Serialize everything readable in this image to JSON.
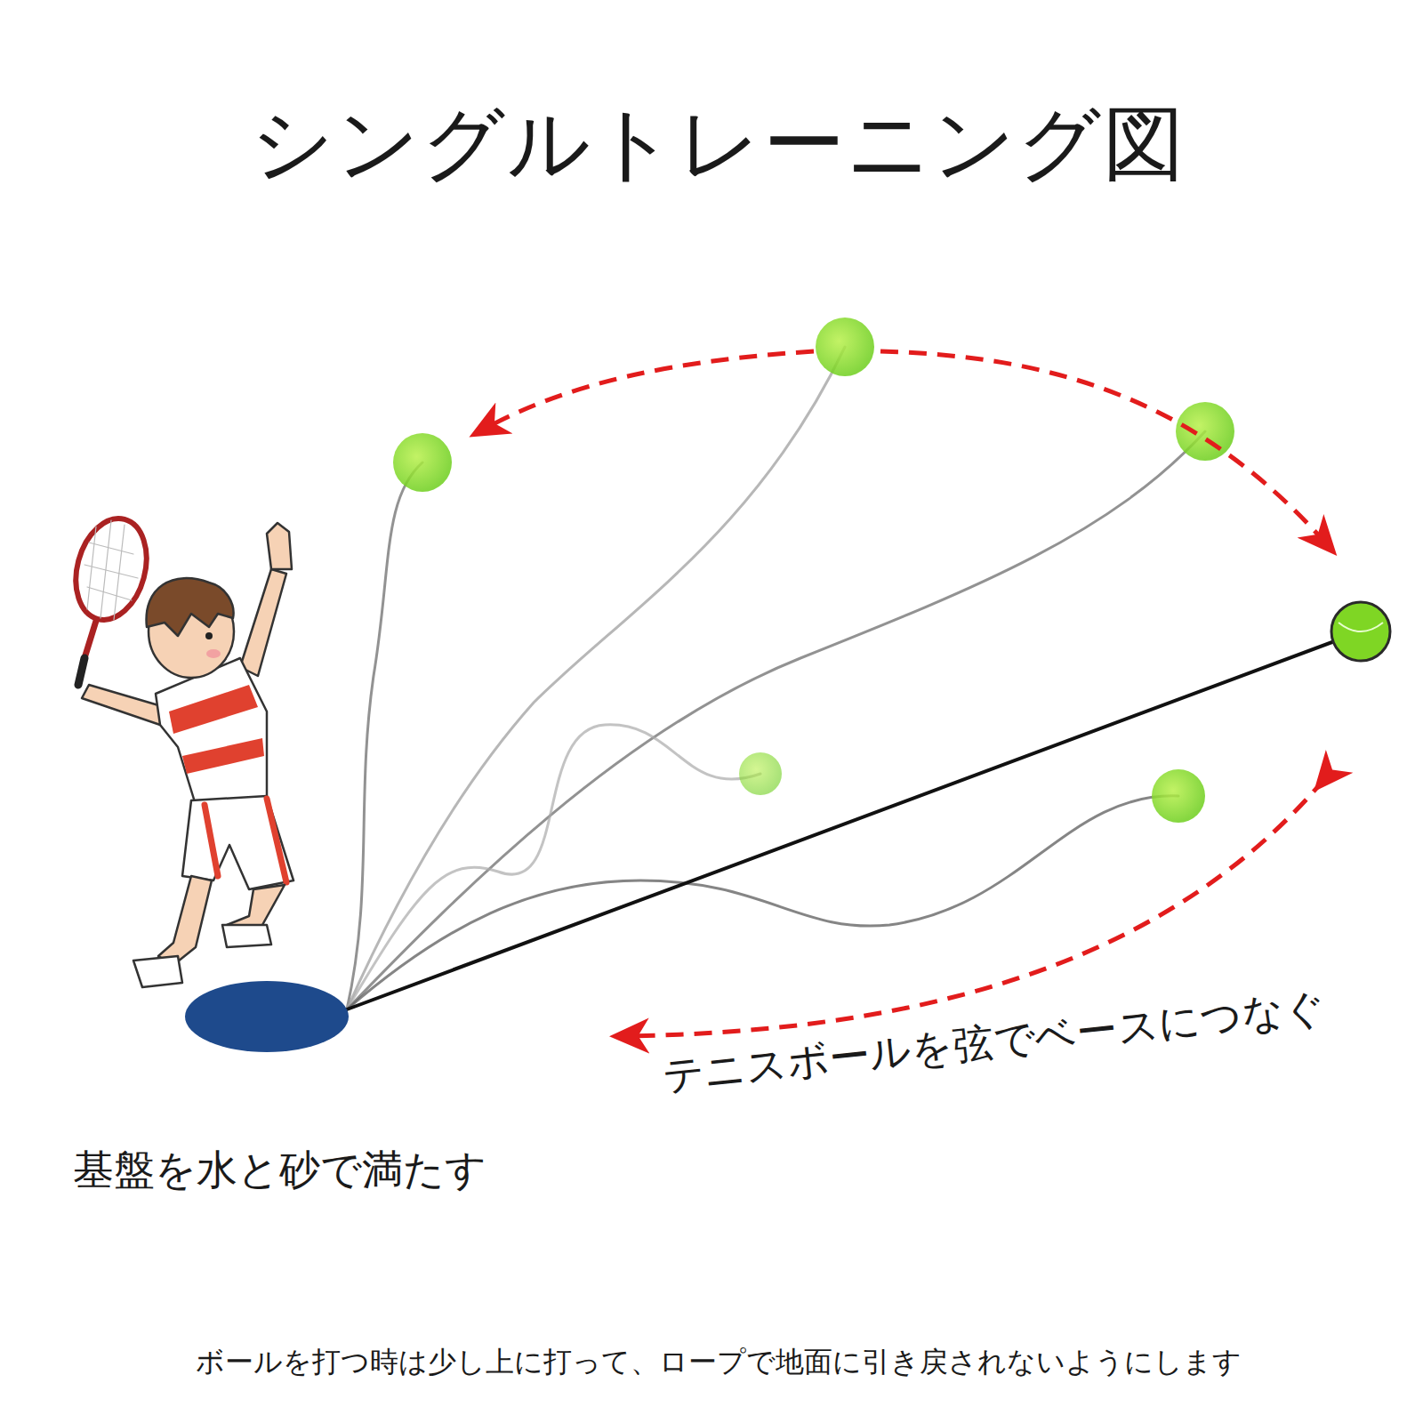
{
  "diagram": {
    "title": "シングルトレーニング図",
    "caption": "ボールを打つ時は少し上に打って、ロープで地面に引き戻されないようにします",
    "labels": [
      "テニスボールを弦でベースにつなぐ",
      "基盤を水と砂で満たす"
    ]
  }
}
